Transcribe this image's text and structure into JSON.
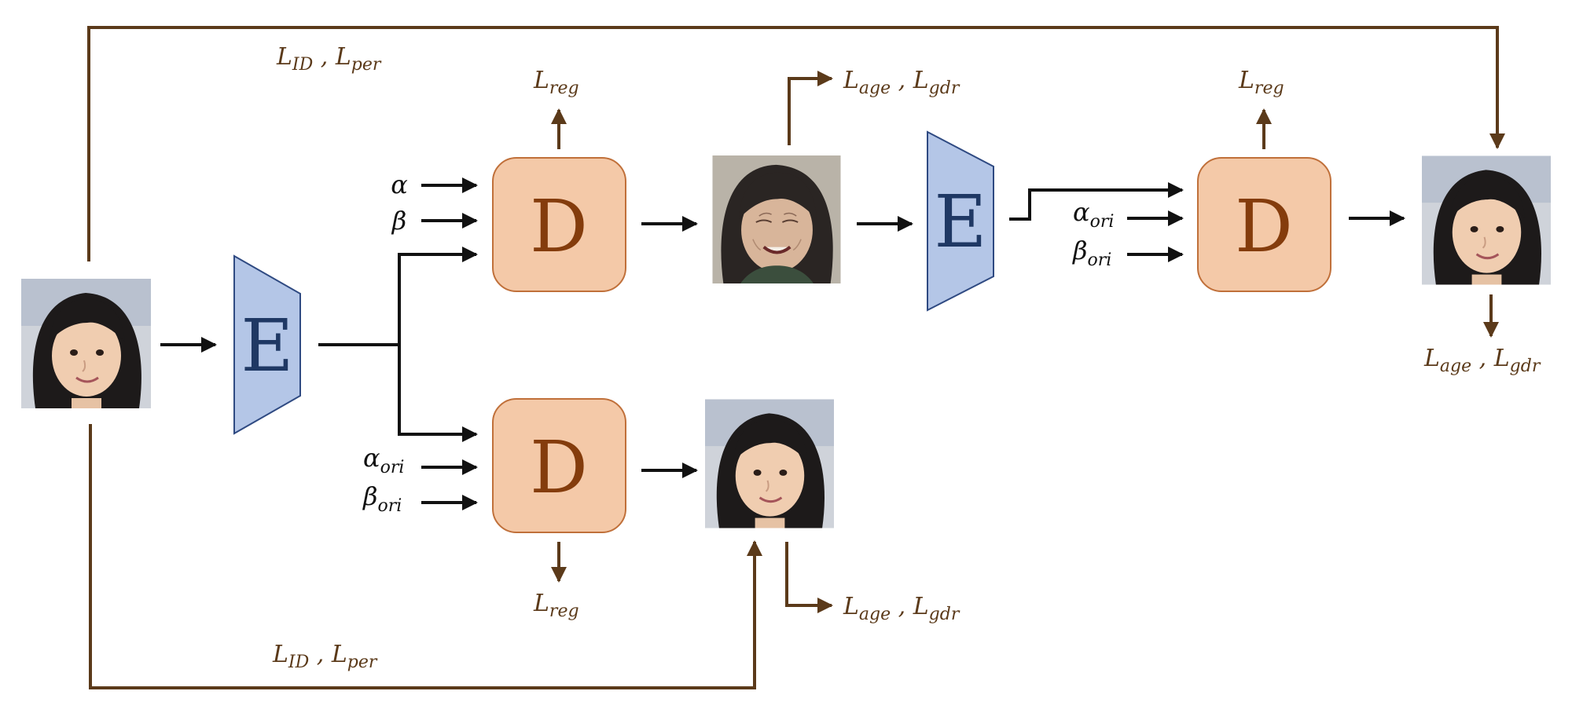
{
  "blocks": {
    "encoder_1": "E",
    "encoder_2": "E",
    "decoder_top": "D",
    "decoder_bottom": "D",
    "decoder_right": "D"
  },
  "inputs": {
    "alpha": "α",
    "beta": "β",
    "alpha_ori": {
      "base": "α",
      "sub": "ori"
    },
    "beta_ori": {
      "base": "β",
      "sub": "ori"
    }
  },
  "losses": {
    "top_identity": {
      "a": "L",
      "a_sub": "ID",
      "sep": " , ",
      "b": "L",
      "b_sub": "per"
    },
    "bottom_identity": {
      "a": "L",
      "a_sub": "ID",
      "sep": " , ",
      "b": "L",
      "b_sub": "per"
    },
    "reg": {
      "base": "L",
      "sub": "reg"
    },
    "age_gdr": {
      "a": "L",
      "a_sub": "age",
      "sep": " , ",
      "b": "L",
      "b_sub": "gdr"
    }
  },
  "colors": {
    "arrow_black": "#111111",
    "arrow_brown": "#5b3a1a",
    "encoder_fill": "#b4c6e7",
    "encoder_stroke": "#2f4a82",
    "encoder_text": "#1f3864",
    "decoder_fill": "#f4c9a8",
    "decoder_stroke": "#c0703a",
    "decoder_text": "#843c0c"
  },
  "images": [
    {
      "name": "input-face-child",
      "depicts": "child face"
    },
    {
      "name": "output-face-elderly",
      "depicts": "elderly woman face"
    },
    {
      "name": "output-face-reconstructed",
      "depicts": "child face"
    },
    {
      "name": "output-face-cycle",
      "depicts": "child face"
    }
  ]
}
